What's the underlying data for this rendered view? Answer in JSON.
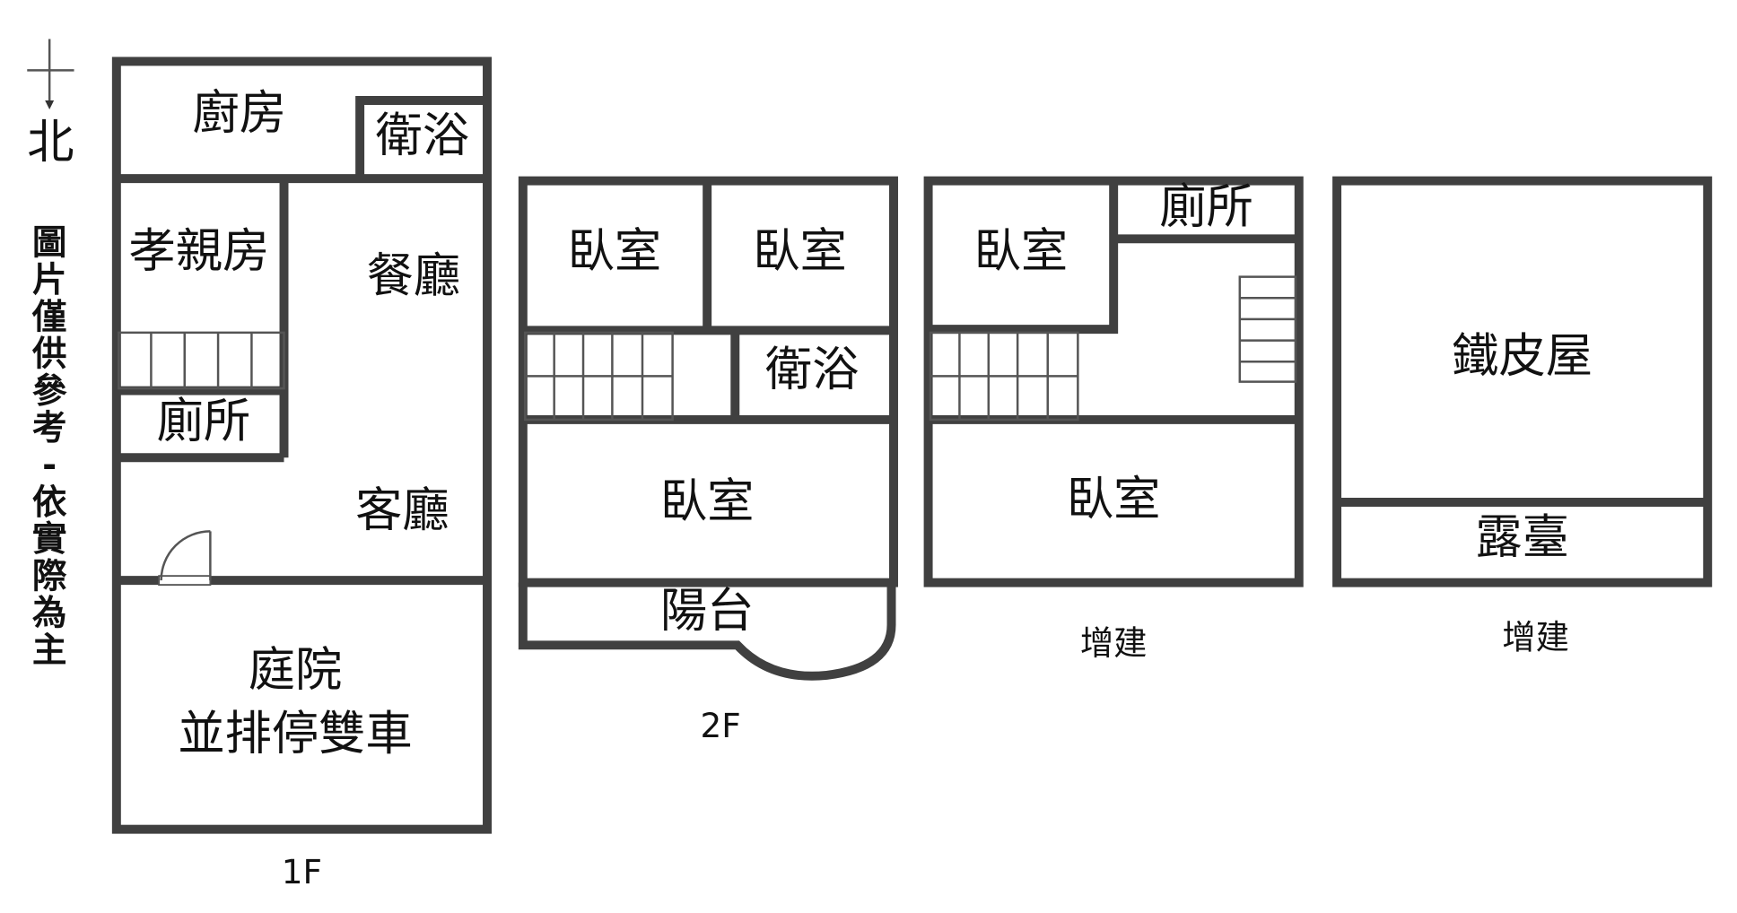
{
  "compass": {
    "label": "北"
  },
  "disclaimer": "圖片僅供參考,依實際為主",
  "floor1": {
    "title": "1F",
    "rooms": {
      "kitchen": "廚房",
      "bath": "衛浴",
      "parents_room": "孝親房",
      "dining": "餐廳",
      "toilet": "廁所",
      "living": "客廳",
      "yard_line1": "庭院",
      "yard_line2": "並排停雙車"
    }
  },
  "floor2": {
    "title": "2F",
    "rooms": {
      "bedroom1": "臥室",
      "bedroom2": "臥室",
      "bath": "衛浴",
      "bedroom3": "臥室",
      "balcony": "陽台"
    }
  },
  "addition1": {
    "title": "增建",
    "rooms": {
      "bedroom1": "臥室",
      "toilet": "廁所",
      "bedroom2": "臥室"
    }
  },
  "addition2": {
    "title": "增建",
    "rooms": {
      "iron_house": "鐵皮屋",
      "terrace": "露臺"
    }
  },
  "colors": {
    "wall": "#404040"
  }
}
